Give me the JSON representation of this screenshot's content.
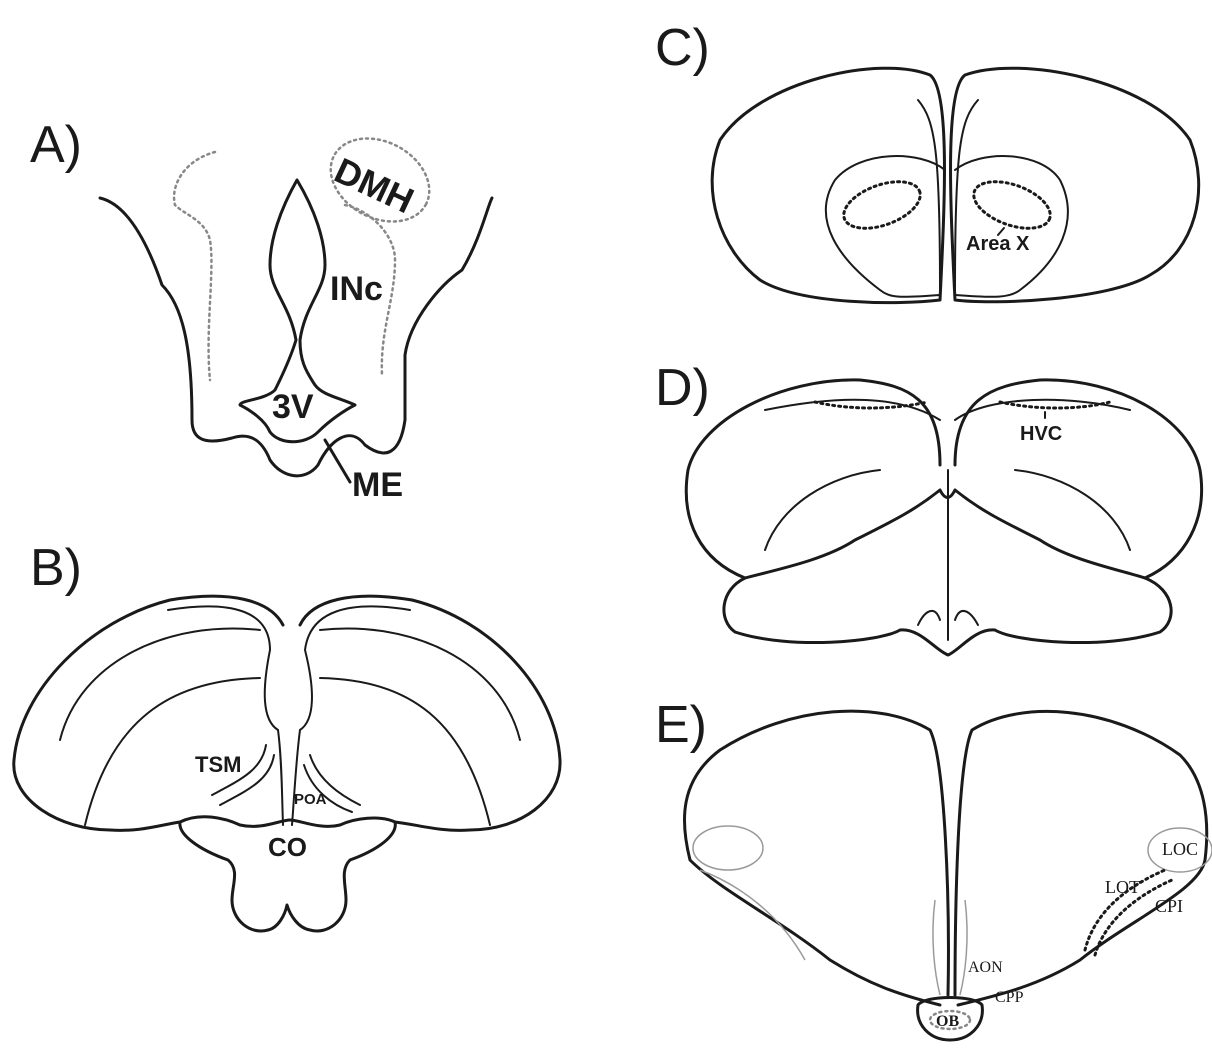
{
  "panels": {
    "a": {
      "label": "A)",
      "regions": {
        "dmh": "DMH",
        "inc": "INc",
        "v3": "3V",
        "me": "ME"
      }
    },
    "b": {
      "label": "B)",
      "regions": {
        "tsm": "TSM",
        "poa": "POA",
        "co": "CO"
      }
    },
    "c": {
      "label": "C)",
      "regions": {
        "areax": "Area X"
      }
    },
    "d": {
      "label": "D)",
      "regions": {
        "hvc": "HVC"
      }
    },
    "e": {
      "label": "E)",
      "regions": {
        "loc": "LOC",
        "lot": "LOT",
        "cpi": "CPI",
        "aon": "AON",
        "cpp": "CPP",
        "ob": "OB"
      }
    }
  }
}
